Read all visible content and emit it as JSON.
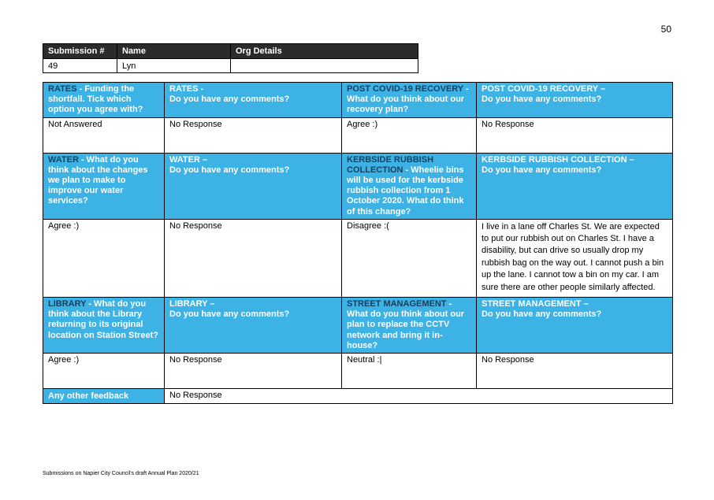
{
  "page_number": "50",
  "submission": {
    "headers": [
      "Submission #",
      "Name",
      "Org Details"
    ],
    "values": [
      "49",
      "Lyn",
      ""
    ]
  },
  "sections": [
    {
      "q1": {
        "title": "RATES",
        "text": " - Funding the shortfall. Tick which option you agree with?"
      },
      "q1_answer": "Not Answered",
      "q2": {
        "title": "RATES -",
        "text": "Do you have any comments?"
      },
      "q2_answer": "No Response",
      "q3": {
        "title": "POST COVID-19 RECOVERY",
        "text": " - What do you think about our recovery plan?"
      },
      "q3_answer": "Agree :)",
      "q4": {
        "title": "POST COVID-19 RECOVERY –",
        "text": "Do you have any comments?"
      },
      "q4_answer": "No Response"
    },
    {
      "q1": {
        "title": "WATER",
        "text": " - What do you think about the changes we plan to make to improve our water services?"
      },
      "q1_answer": "Agree :)",
      "q2": {
        "title": "WATER –",
        "text": "Do you have any comments?"
      },
      "q2_answer": "No Response",
      "q3": {
        "title": "KERBSIDE RUBBISH COLLECTION",
        "text": " - Wheelie bins will be used for the kerbside rubbish collection from 1 October 2020. What do think of this change?"
      },
      "q3_answer": "Disagree :(",
      "q4": {
        "title": "KERBSIDE RUBBISH COLLECTION –",
        "text": "Do you have any comments?"
      },
      "q4_answer": "I live in a lane off  Charles St. We are expected to put our rubbish out on   Charles St. I have a disability,  but can drive so usually drop my rubbish bag on the way out. I cannot push a bin up the lane. I cannot tow a bin on my car. I am sure there are other people similarly affected."
    },
    {
      "q1": {
        "title": "LIBRARY",
        "text": " - What do you think about the Library returning to its original location on Station Street?"
      },
      "q1_answer": "Agree :)",
      "q2": {
        "title": "LIBRARY –",
        "text": "Do you have any comments?"
      },
      "q2_answer": "No Response",
      "q3": {
        "title": "STREET MANAGEMENT",
        "text": " - What do you think about our plan to replace the CCTV network and bring it in-house?"
      },
      "q3_answer": "Neutral :|",
      "q4": {
        "title": "STREET MANAGEMENT –",
        "text": "Do you have any comments?"
      },
      "q4_answer": "No Response"
    }
  ],
  "other_feedback": {
    "label": "Any other feedback",
    "answer": "No Response"
  },
  "footer": "Submissions on Napier City Council's draft Annual Plan 2020/21"
}
